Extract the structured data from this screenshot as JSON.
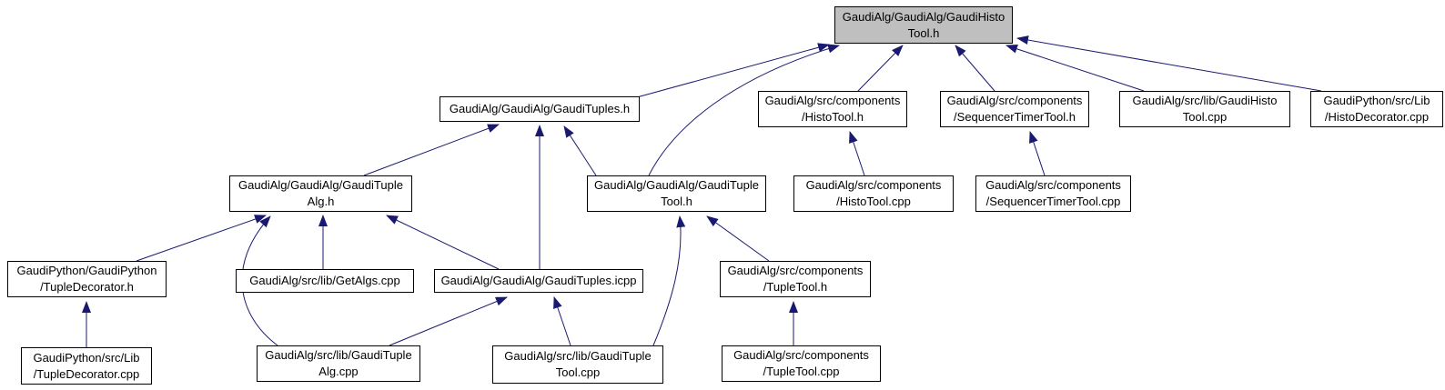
{
  "diagram": {
    "type": "include-dependency-graph",
    "colors": {
      "edge": "#191970",
      "root_fill": "#bfbfbf",
      "node_fill": "#ffffff",
      "node_border": "#000000",
      "background": "#ffffff"
    }
  },
  "nodes": [
    {
      "id": "gaudihistotool-h",
      "label": "GaudiAlg/GaudiAlg/GaudiHisto\nTool.h",
      "root": true
    },
    {
      "id": "gaudituples-h",
      "label": "GaudiAlg/GaudiAlg/GaudiTuples.h"
    },
    {
      "id": "histotool-h",
      "label": "GaudiAlg/src/components\n/HistoTool.h"
    },
    {
      "id": "sequencertimertool-h",
      "label": "GaudiAlg/src/components\n/SequencerTimerTool.h"
    },
    {
      "id": "gaudihistotool-cpp",
      "label": "GaudiAlg/src/lib/GaudiHisto\nTool.cpp"
    },
    {
      "id": "histodecorator-cpp",
      "label": "GaudiPython/src/Lib\n/HistoDecorator.cpp"
    },
    {
      "id": "gaudituplealg-h",
      "label": "GaudiAlg/GaudiAlg/GaudiTuple\nAlg.h"
    },
    {
      "id": "gauditupletool-h",
      "label": "GaudiAlg/GaudiAlg/GaudiTuple\nTool.h"
    },
    {
      "id": "histotool-cpp",
      "label": "GaudiAlg/src/components\n/HistoTool.cpp"
    },
    {
      "id": "sequencertimertool-cpp",
      "label": "GaudiAlg/src/components\n/SequencerTimerTool.cpp"
    },
    {
      "id": "tupledecorator-h",
      "label": "GaudiPython/GaudiPython\n/TupleDecorator.h"
    },
    {
      "id": "getalgs-cpp",
      "label": "GaudiAlg/src/lib/GetAlgs.cpp"
    },
    {
      "id": "gaudituples-icpp",
      "label": "GaudiAlg/GaudiAlg/GaudiTuples.icpp"
    },
    {
      "id": "tupletool-h",
      "label": "GaudiAlg/src/components\n/TupleTool.h"
    },
    {
      "id": "tupledecorator-cpp",
      "label": "GaudiPython/src/Lib\n/TupleDecorator.cpp"
    },
    {
      "id": "gaudituplealg-cpp",
      "label": "GaudiAlg/src/lib/GaudiTuple\nAlg.cpp"
    },
    {
      "id": "gauditupletool-cpp",
      "label": "GaudiAlg/src/lib/GaudiTuple\nTool.cpp"
    },
    {
      "id": "tupletool-cpp",
      "label": "GaudiAlg/src/components\n/TupleTool.cpp"
    }
  ],
  "edges": [
    {
      "from": "gaudituples-h",
      "to": "gaudihistotool-h"
    },
    {
      "from": "gauditupletool-h",
      "to": "gaudihistotool-h"
    },
    {
      "from": "histotool-h",
      "to": "gaudihistotool-h"
    },
    {
      "from": "sequencertimertool-h",
      "to": "gaudihistotool-h"
    },
    {
      "from": "gaudihistotool-cpp",
      "to": "gaudihistotool-h"
    },
    {
      "from": "histodecorator-cpp",
      "to": "gaudihistotool-h"
    },
    {
      "from": "gaudituplealg-h",
      "to": "gaudituples-h"
    },
    {
      "from": "gaudituples-icpp",
      "to": "gaudituples-h"
    },
    {
      "from": "gauditupletool-h",
      "to": "gaudituples-h"
    },
    {
      "from": "tupledecorator-h",
      "to": "gaudituplealg-h"
    },
    {
      "from": "gaudituplealg-cpp",
      "to": "gaudituplealg-h"
    },
    {
      "from": "getalgs-cpp",
      "to": "gaudituplealg-h"
    },
    {
      "from": "gaudituples-icpp",
      "to": "gaudituplealg-h"
    },
    {
      "from": "gauditupletool-cpp",
      "to": "gauditupletool-h"
    },
    {
      "from": "tupletool-h",
      "to": "gauditupletool-h"
    },
    {
      "from": "histotool-cpp",
      "to": "histotool-h"
    },
    {
      "from": "sequencertimertool-cpp",
      "to": "sequencertimertool-h"
    },
    {
      "from": "gaudituplealg-cpp",
      "to": "gaudituples-icpp"
    },
    {
      "from": "gauditupletool-cpp",
      "to": "gaudituples-icpp"
    },
    {
      "from": "tupledecorator-cpp",
      "to": "tupledecorator-h"
    },
    {
      "from": "tupletool-cpp",
      "to": "tupletool-h"
    }
  ]
}
